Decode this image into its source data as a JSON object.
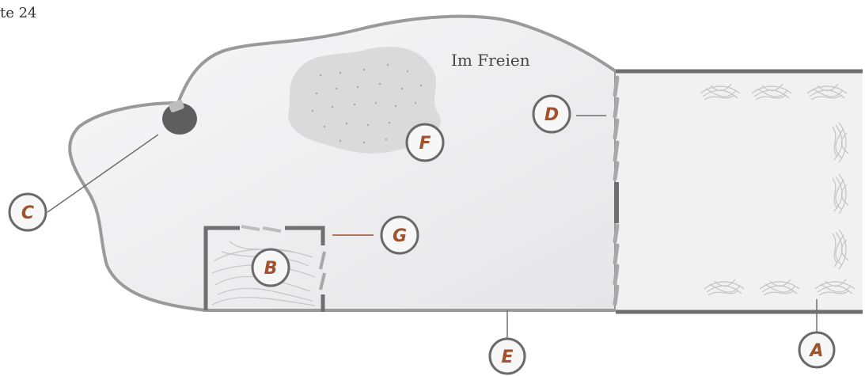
{
  "caption": "te 24",
  "area_label": "Im Freien",
  "labels": {
    "a": "A",
    "b": "B",
    "c": "C",
    "d": "D",
    "e": "E",
    "f": "F",
    "g": "G"
  },
  "colors": {
    "outline": "#9a9a9a",
    "wall": "#6f6f6f",
    "fill": "#f0f0f1",
    "patch": "#d8d8d8",
    "badge_fill": "#f7f7f7",
    "badge_stroke": "#6a6a6a",
    "letter": "#a0522d",
    "leader_red": "#a0522d"
  }
}
